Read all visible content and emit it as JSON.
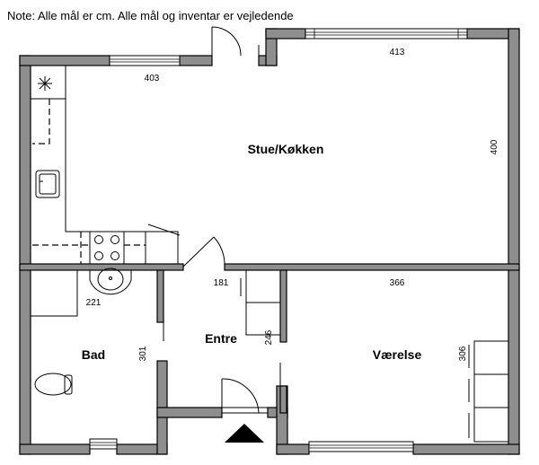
{
  "note": "Note: Alle mål er cm. Alle mål og inventar er vejledende",
  "rooms": {
    "living": "Stue/Køkken",
    "entry": "Entre",
    "bath": "Bad",
    "bedroom": "Værelse"
  },
  "dimensions": {
    "living_left_width": "403",
    "living_right_width": "413",
    "living_depth": "400",
    "entry_width": "181",
    "bedroom_width": "366",
    "bath_width": "221",
    "bath_depth": "301",
    "entry_depth": "246",
    "bedroom_depth": "306"
  },
  "colors": {
    "wall_fill": "#8e8e8e",
    "line": "#000000",
    "background": "#ffffff"
  },
  "icons": [
    "extractor-fan-icon",
    "sink-icon",
    "stove-icon",
    "washbasin-icon",
    "toilet-icon",
    "entrance-arrow-icon"
  ]
}
